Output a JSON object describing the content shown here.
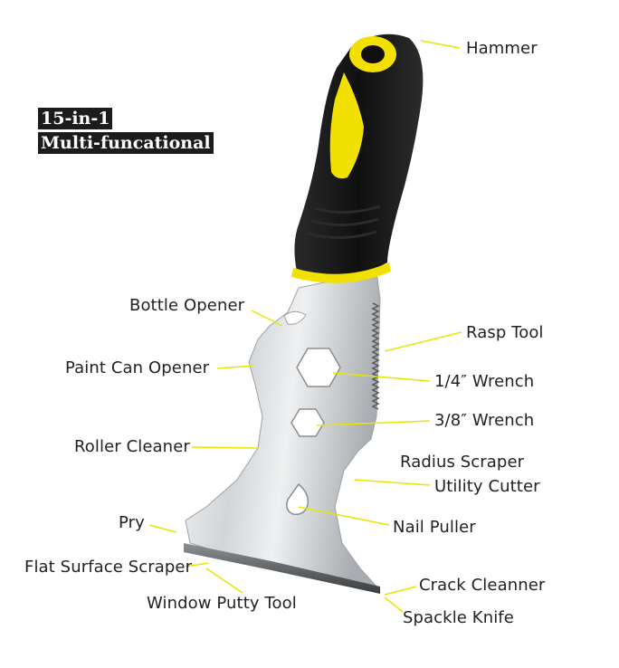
{
  "title": {
    "line1": "15-in-1",
    "line2": "Multi-funcational"
  },
  "labels": {
    "hammer": "Hammer",
    "bottle_opener": "Bottle Opener",
    "rasp_tool": "Rasp Tool",
    "paint_can_opener": "Paint Can Opener",
    "wrench_quarter": "1/4″ Wrench",
    "wrench_three_eighths": "3/8″ Wrench",
    "roller_cleaner": "Roller Cleaner",
    "radius_scraper": "Radius Scraper",
    "utility_cutter": "Utility Cutter",
    "pry": "Pry",
    "nail_puller": "Nail Puller",
    "flat_surface_scraper": "Flat Surface Scraper",
    "crack_cleaner": "Crack Cleanner",
    "window_putty_tool": "Window Putty Tool",
    "spackle_knife": "Spackle Knife"
  },
  "colors": {
    "handle_black": "#141414",
    "handle_yellow": "#f2e000",
    "blade_steel": "#d9dcdf",
    "leader_line": "#e8e600",
    "title_bg": "#1c1c1c"
  }
}
